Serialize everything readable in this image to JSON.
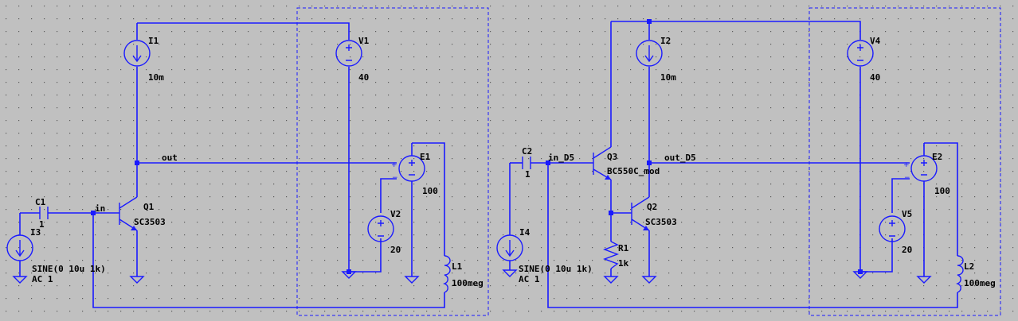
{
  "circuit_left": {
    "I1": {
      "name": "I1",
      "value": "10m"
    },
    "V1": {
      "name": "V1",
      "value": "40"
    },
    "V2": {
      "name": "V2",
      "value": "20"
    },
    "E1": {
      "name": "E1",
      "value": "100"
    },
    "L1": {
      "name": "L1",
      "value": "100meg"
    },
    "C1": {
      "name": "C1",
      "value": "1"
    },
    "I3": {
      "name": "I3",
      "value": "SINE(0 10u 1k)",
      "ac": "AC 1"
    },
    "Q1": {
      "name": "Q1",
      "model": "SC3503"
    },
    "net_in": "in",
    "net_out": "out"
  },
  "circuit_right": {
    "I2": {
      "name": "I2",
      "value": "10m"
    },
    "V4": {
      "name": "V4",
      "value": "40"
    },
    "V5": {
      "name": "V5",
      "value": "20"
    },
    "E2": {
      "name": "E2",
      "value": "100"
    },
    "L2": {
      "name": "L2",
      "value": "100meg"
    },
    "C2": {
      "name": "C2",
      "value": "1"
    },
    "I4": {
      "name": "I4",
      "value": "SINE(0 10u 1k)",
      "ac": "AC 1"
    },
    "Q3": {
      "name": "Q3",
      "model": "BC550C_mod"
    },
    "Q2": {
      "name": "Q2",
      "model": "SC3503"
    },
    "R1": {
      "name": "R1",
      "value": "1k"
    },
    "net_in": "in_D5",
    "net_out": "out_D5"
  },
  "colors": {
    "background": "#c0c0c0",
    "wire": "#1a1aff",
    "grid_dot": "#5a5a5a",
    "text": "#000000"
  }
}
